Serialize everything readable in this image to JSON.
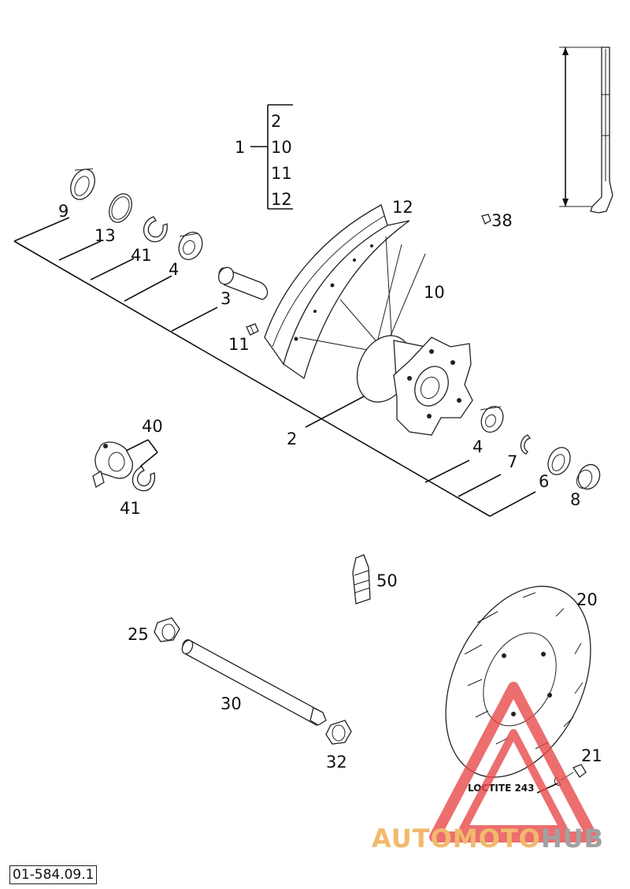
{
  "diagram": {
    "doc_id": "01-584.09.1",
    "kit_bracket": {
      "label": "1",
      "items": [
        "2",
        "10",
        "11",
        "12"
      ]
    },
    "callouts": {
      "c9": "9",
      "c13": "13",
      "c41a": "41",
      "c4a": "4",
      "c3": "3",
      "c12": "12",
      "c10": "10",
      "c11": "11",
      "c38": "38",
      "c2": "2",
      "c4b": "4",
      "c7": "7",
      "c6": "6",
      "c8": "8",
      "c40": "40",
      "c41b": "41",
      "c50": "50",
      "c20": "20",
      "c25": "25",
      "c30": "30",
      "c32": "32",
      "c21": "21"
    },
    "loctite_label": "LOCTITE 243",
    "watermark": {
      "part1": "AUTO",
      "part2": "MOTO",
      "part3": "HUB",
      "color_warm": "#f0a84a",
      "color_gray": "#8a8a8a",
      "color_triangle": "#e84a4a"
    }
  }
}
